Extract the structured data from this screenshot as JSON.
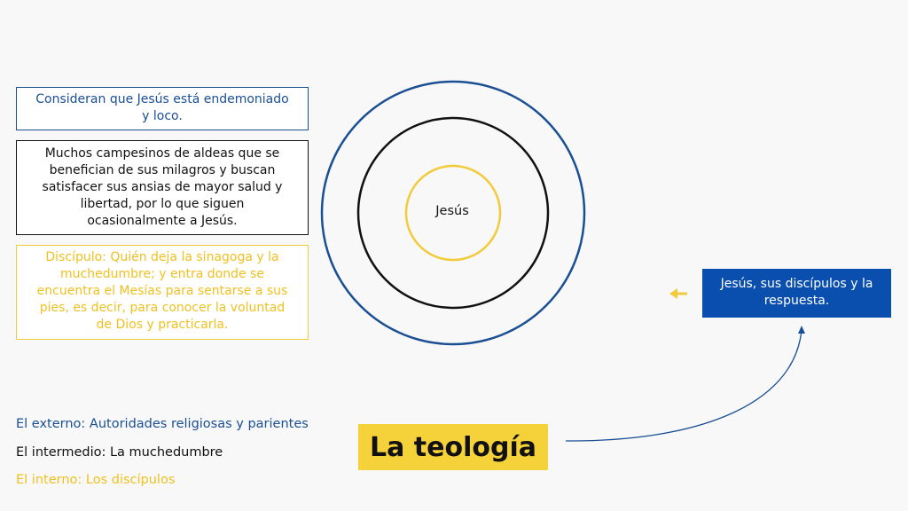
{
  "boxes": {
    "blue": [
      "Consideran que Jesús está endemoniado",
      "y loco."
    ],
    "black": [
      "Muchos campesinos de aldeas que se",
      "benefician de sus milagros y buscan",
      "satisfacer sus ansias de mayor salud y",
      "libertad, por lo que siguen",
      "ocasionalmente a Jesús."
    ],
    "yellow": [
      "Discípulo: Quién deja la sinagoga y la",
      "muchedumbre; y entra donde se",
      "encuentra el Mesías para sentarse a sus",
      "pies, es decir, para conocer la voluntad",
      "de Dios y practicarla."
    ]
  },
  "center_label": "Jesús",
  "answer": [
    "Jesús, sus discípulos y la",
    "respuesta."
  ],
  "title": "La teología",
  "legend": {
    "external": "El externo: Autoridades religiosas y parientes",
    "intermediate": "El intermedio: La muchedumbre",
    "internal": "El interno: Los discípulos"
  },
  "colors": {
    "outer_ring": "#1a4f94",
    "middle_ring": "#111111",
    "inner_ring": "#f2cb3c",
    "answer_box": "#0a4fae",
    "title_box": "#f6d23a",
    "arrow": "#f2cb3c",
    "connector": "#1a4f94"
  }
}
